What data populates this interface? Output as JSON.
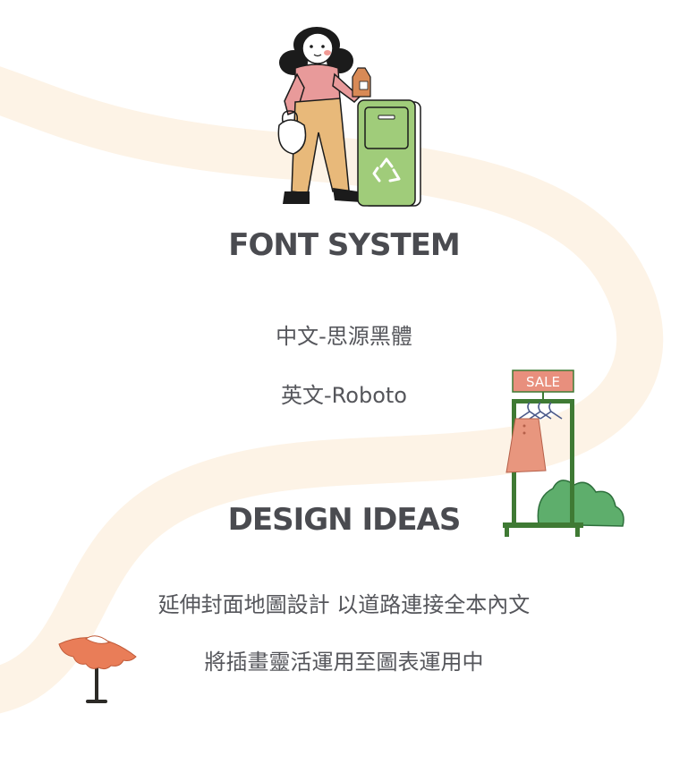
{
  "font_section": {
    "title": "FONT SYSTEM",
    "chinese_font": "中文-思源黑體",
    "english_font": "英文-Roboto"
  },
  "design_section": {
    "title": "DESIGN IDEAS",
    "line1": "延伸封面地圖設計 以道路連接全本內文",
    "line2": "將插畫靈活運用至圖表運用中"
  },
  "sale_sign": "SALE",
  "colors": {
    "road": "#fdf3e6",
    "heading_text": "#4a4b50",
    "body_text": "#55565b",
    "recycle_bin": "#a0cc7a",
    "shirt_pink": "#e89a9a",
    "pants_tan": "#e8b97a",
    "rack_green": "#3f7a34",
    "bush_green": "#5eae6c",
    "umbrella_orange": "#e97d58"
  },
  "icons": [
    "woman-illustration",
    "recycle-bin-icon",
    "milk-carton-icon",
    "shopping-bag-icon",
    "clothing-rack-illustration",
    "bush-illustration",
    "beach-umbrella-illustration"
  ]
}
